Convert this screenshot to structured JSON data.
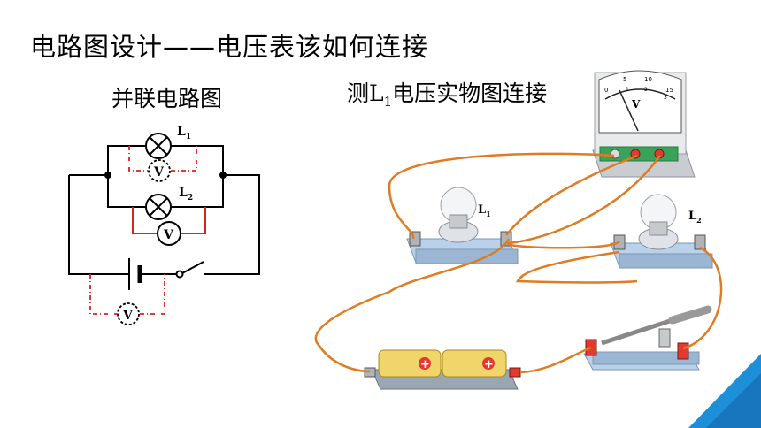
{
  "title": "电路图设计——电压表该如何连接",
  "left_heading": "并联电路图",
  "right_heading": {
    "prefix": "测L",
    "sub": "1",
    "suffix": "电压实物图连接"
  },
  "schematic_labels": {
    "lamp1_L": "L",
    "lamp1_sub": "1",
    "lamp2_L": "L",
    "lamp2_sub": "2",
    "voltmeter": "V"
  },
  "device_labels": {
    "lamp1_L": "L",
    "lamp1_sub": "1",
    "lamp2_L": "L",
    "lamp2_sub": "2",
    "meter_unit": "V",
    "meter_scale": [
      "0",
      "5",
      "10",
      "15"
    ],
    "meter_scale_small": [
      "1",
      "2",
      "3"
    ],
    "battery_plus": "+"
  },
  "colors": {
    "wire_black": "#000000",
    "wire_red": "#d9231b",
    "wire_orange": "#e07b22",
    "accent_blue": "#1d8fd8"
  }
}
